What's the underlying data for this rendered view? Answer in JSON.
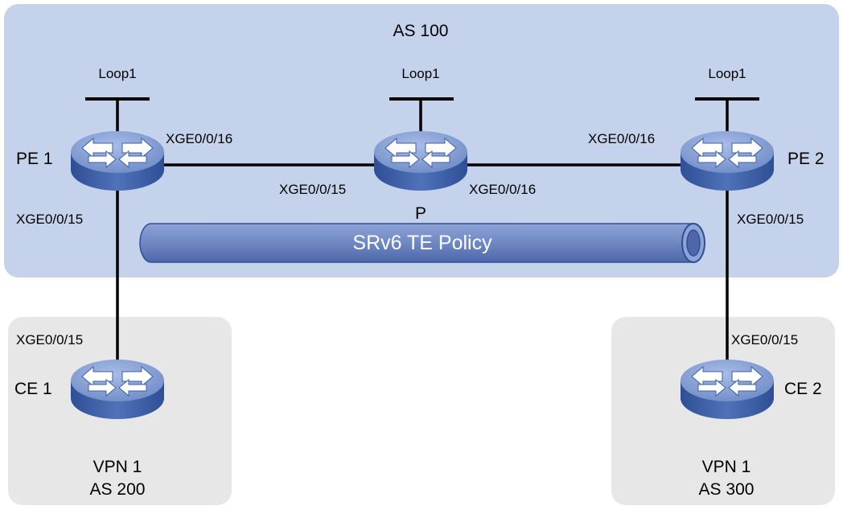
{
  "as_main": {
    "label": "AS 100",
    "fill": "#c4d3eb"
  },
  "site_left": {
    "vpn": "VPN 1",
    "as": "AS 200",
    "fill": "#e7e7e7"
  },
  "site_right": {
    "vpn": "VPN 1",
    "as": "AS 300",
    "fill": "#e7e7e7"
  },
  "devices": {
    "pe1": {
      "name": "PE 1",
      "loopback": "Loop1",
      "icon": "router-icon"
    },
    "p": {
      "name": "P",
      "loopback": "Loop1",
      "icon": "router-icon"
    },
    "pe2": {
      "name": "PE 2",
      "loopback": "Loop1",
      "icon": "router-icon"
    },
    "ce1": {
      "name": "CE 1",
      "icon": "router-icon"
    },
    "ce2": {
      "name": "CE 2",
      "icon": "router-icon"
    }
  },
  "interfaces": {
    "pe1_to_p": "XGE0/0/16",
    "p_to_pe1": "XGE0/0/15",
    "p_to_pe2": "XGE0/0/16",
    "pe2_to_p": "XGE0/0/16",
    "pe1_to_ce1": "XGE0/0/15",
    "ce1_to_pe1": "XGE0/0/15",
    "pe2_to_ce2": "XGE0/0/15",
    "ce2_to_pe2": "XGE0/0/15"
  },
  "tunnel": {
    "label": "SRv6 TE Policy",
    "fill": "#6f88c4"
  },
  "colors": {
    "router_top": "#7a97cf",
    "router_side": "#3b5fa6",
    "link": "#000000"
  }
}
